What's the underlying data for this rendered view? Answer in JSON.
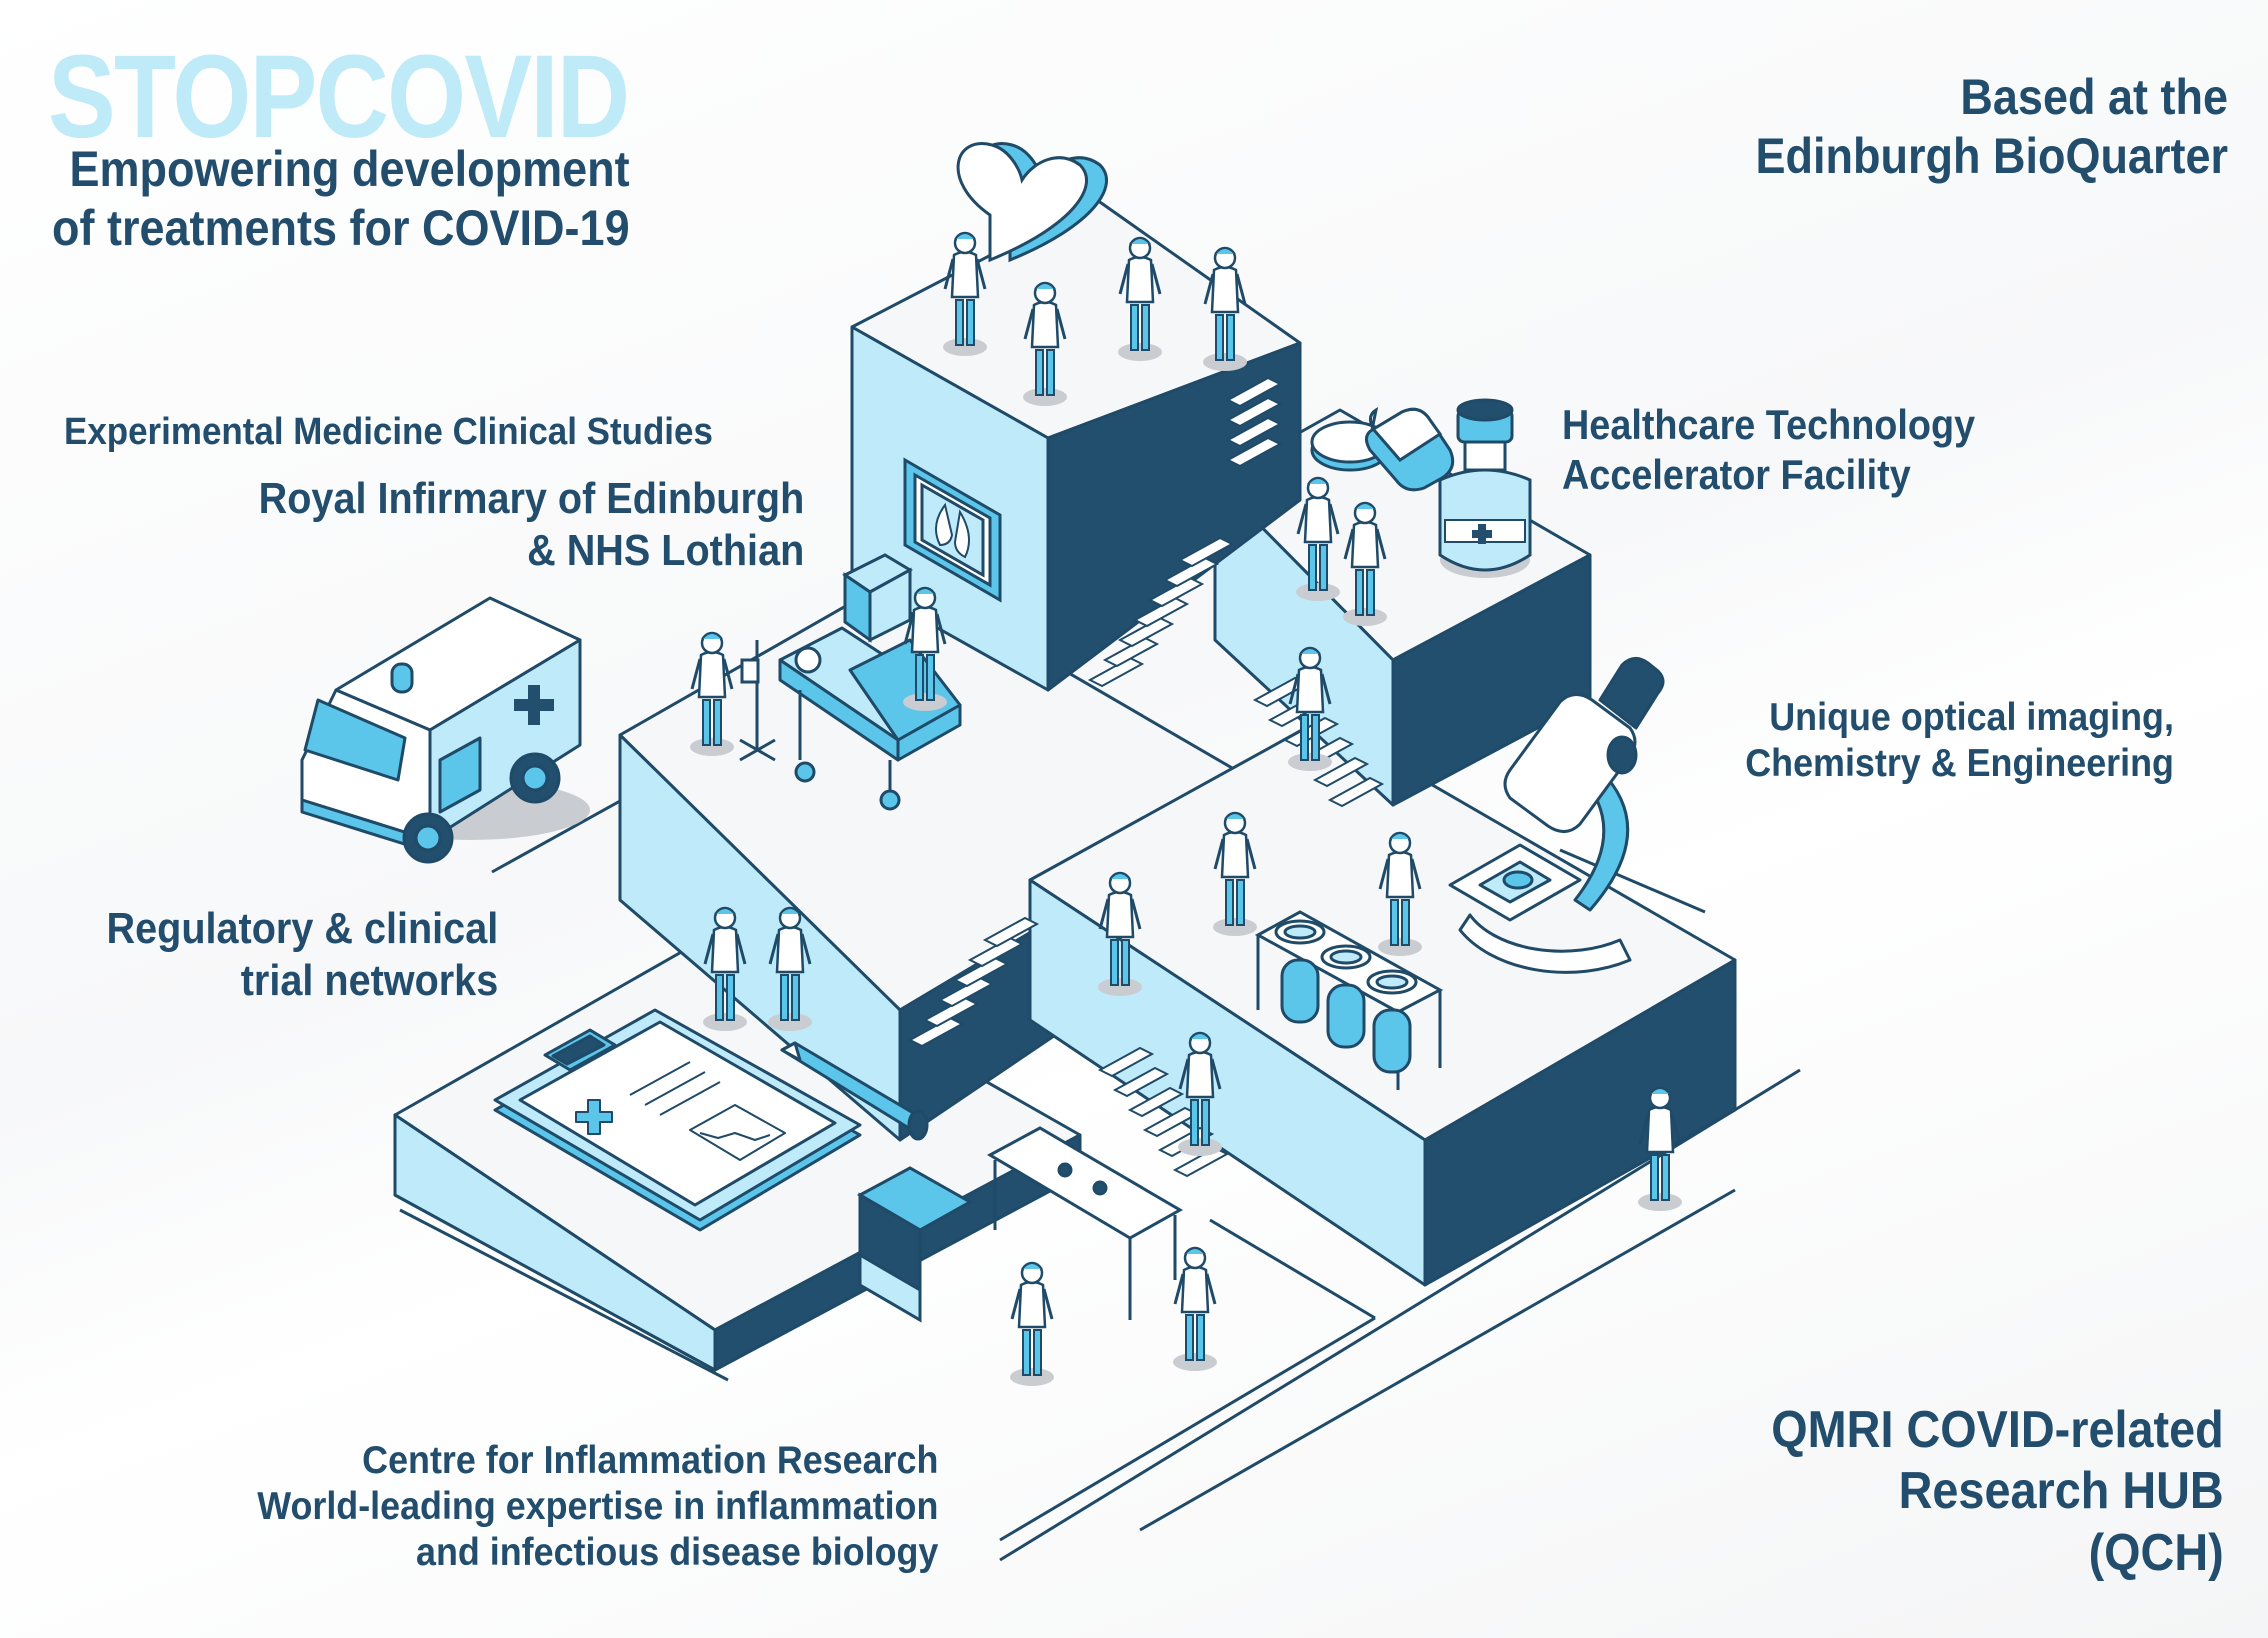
{
  "header": {
    "logo": "STOPCOVID",
    "tagline": [
      "Empowering development",
      "of treatments for COVID-19"
    ]
  },
  "location": {
    "lines": [
      "Based at the",
      "Edinburgh BioQuarter"
    ]
  },
  "sections": {
    "experimental_medicine": {
      "title": "Experimental Medicine Clinical Studies",
      "lines": [
        "Royal Infirmary of Edinburgh",
        "& NHS Lothian"
      ]
    },
    "healthcare_technology": {
      "lines": [
        "Healthcare Technology",
        "Accelerator Facility"
      ]
    },
    "optical_imaging": {
      "lines": [
        "Unique optical imaging,",
        "Chemistry & Engineering"
      ]
    },
    "regulatory": {
      "lines": [
        "Regulatory & clinical",
        "trial networks"
      ]
    },
    "inflammation": {
      "lines": [
        "Centre for Inflammation Research",
        "World-leading expertise in inflammation",
        "and infectious disease biology"
      ]
    },
    "hub": {
      "lines": [
        "QMRI COVID-related",
        "Research HUB",
        "(QCH)"
      ]
    }
  },
  "illustration": {
    "icons": [
      "heart-icon",
      "lung-xray-icon",
      "pill-icon",
      "capsule-icon",
      "medicine-bottle-icon",
      "ambulance-icon",
      "hospital-bed-icon",
      "iv-stand-icon",
      "microscope-icon",
      "bioreactor-icon",
      "clipboard-icon",
      "pencil-icon",
      "lab-bench-icon",
      "fume-hood-icon"
    ],
    "colors": {
      "top_face": "#f5f7f9",
      "light_face": "#bfeafa",
      "dark_face": "#234f6e",
      "accent": "#5bc5ea",
      "outline": "#1f4a68",
      "shadow": "#c9ccd0",
      "logo": "#bfeaf8",
      "text": "#224d6d"
    }
  }
}
